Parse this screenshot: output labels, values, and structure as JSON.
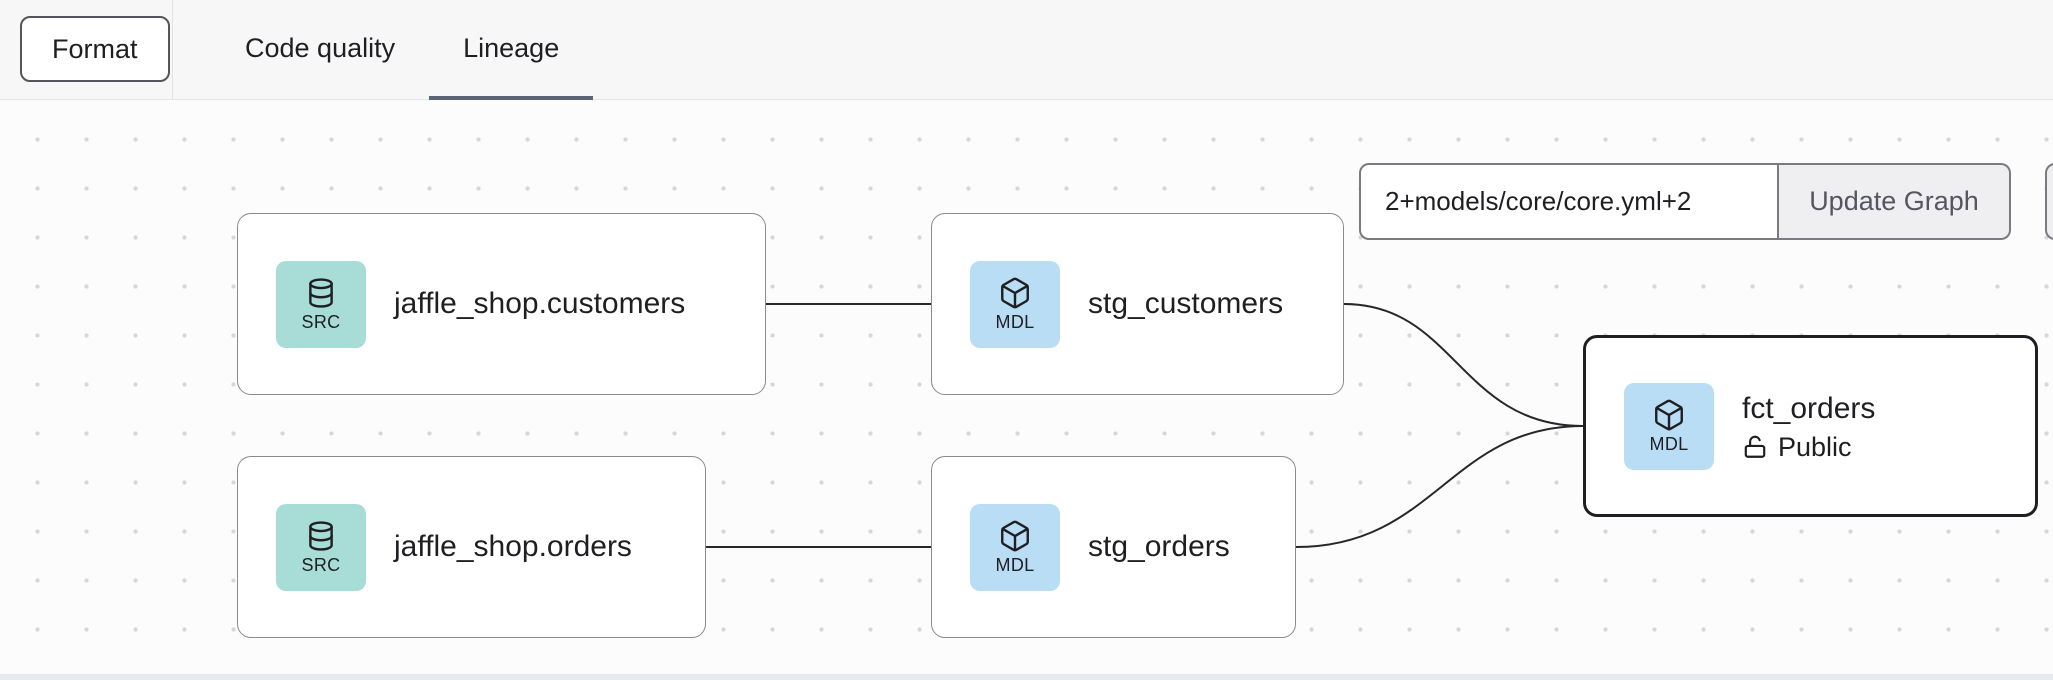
{
  "toolbar": {
    "format_button": "Format",
    "tabs": [
      {
        "id": "code-quality",
        "label": "Code quality",
        "active": false
      },
      {
        "id": "lineage",
        "label": "Lineage",
        "active": true
      }
    ]
  },
  "lineage": {
    "selector": {
      "value": "2+models/core/core.yml+2"
    },
    "update_button": "Update Graph",
    "nodes": [
      {
        "id": "jaffle_shop.customers",
        "badge": "SRC",
        "icon": "database-icon",
        "label": "jaffle_shop.customers",
        "selected": false
      },
      {
        "id": "stg_customers",
        "badge": "MDL",
        "icon": "cube-icon",
        "label": "stg_customers",
        "selected": false
      },
      {
        "id": "jaffle_shop.orders",
        "badge": "SRC",
        "icon": "database-icon",
        "label": "jaffle_shop.orders",
        "selected": false
      },
      {
        "id": "stg_orders",
        "badge": "MDL",
        "icon": "cube-icon",
        "label": "stg_orders",
        "selected": false
      },
      {
        "id": "fct_orders",
        "badge": "MDL",
        "icon": "cube-icon",
        "label": "fct_orders",
        "access": "Public",
        "access_icon": "unlock-icon",
        "selected": true
      }
    ],
    "edges": [
      {
        "from": "jaffle_shop.customers",
        "to": "stg_customers"
      },
      {
        "from": "jaffle_shop.orders",
        "to": "stg_orders"
      },
      {
        "from": "stg_customers",
        "to": "fct_orders"
      },
      {
        "from": "stg_orders",
        "to": "fct_orders"
      }
    ]
  },
  "colors": {
    "src-badge-bg": "#a8dcd6",
    "mdl-badge-bg": "#b8ddf5",
    "topbar-bg": "#f7f7f8",
    "tab-underline": "#5b6472",
    "node-border": "#8a8a8f",
    "selected-node-border": "#1f1f23",
    "edge": "#27272a",
    "button-bg": "#efeff1",
    "button-text": "#565660"
  }
}
